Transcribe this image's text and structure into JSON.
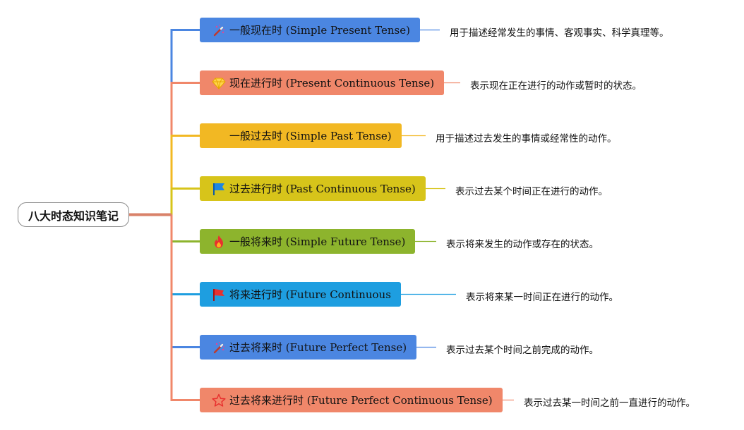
{
  "root": {
    "label": "八大时态知识笔记"
  },
  "branches": [
    {
      "label": "一般现在时 (Simple Present Tense)",
      "description": "用于描述经常发生的事情、客观事实、科学真理等。",
      "color": "#4b86e1",
      "icon": "wand-icon"
    },
    {
      "label": "现在进行时 (Present Continuous Tense)",
      "description": "表示现在正在进行的动作或暂时的状态。",
      "color": "#f0876a",
      "icon": "gem-icon"
    },
    {
      "label": "一般过去时 (Simple Past Tense)",
      "description": "用于描述过去发生的事情或经常性的动作。",
      "color": "#f2b823",
      "icon": ""
    },
    {
      "label": "过去进行时 (Past Continuous Tense)",
      "description": "表示过去某个时间正在进行的动作。",
      "color": "#d7c41a",
      "icon": "flag-blue-icon"
    },
    {
      "label": "一般将来时 (Simple Future Tense)",
      "description": "表示将来发生的动作或存在的状态。",
      "color": "#8db42d",
      "icon": "fire-icon"
    },
    {
      "label": "将来进行时 (Future Continuous",
      "description": "表示将来某一时间正在进行的动作。",
      "color": "#1e9ee0",
      "icon": "flag-red-icon"
    },
    {
      "label": "过去将来时 (Future Perfect Tense)",
      "description": "表示过去某个时间之前完成的动作。",
      "color": "#4b86e1",
      "icon": "wand-icon"
    },
    {
      "label": "过去将来进行时 (Future Perfect Continuous Tense)",
      "description": "表示过去某一时间之前一直进行的动作。",
      "color": "#f0876a",
      "icon": "star-icon"
    }
  ]
}
